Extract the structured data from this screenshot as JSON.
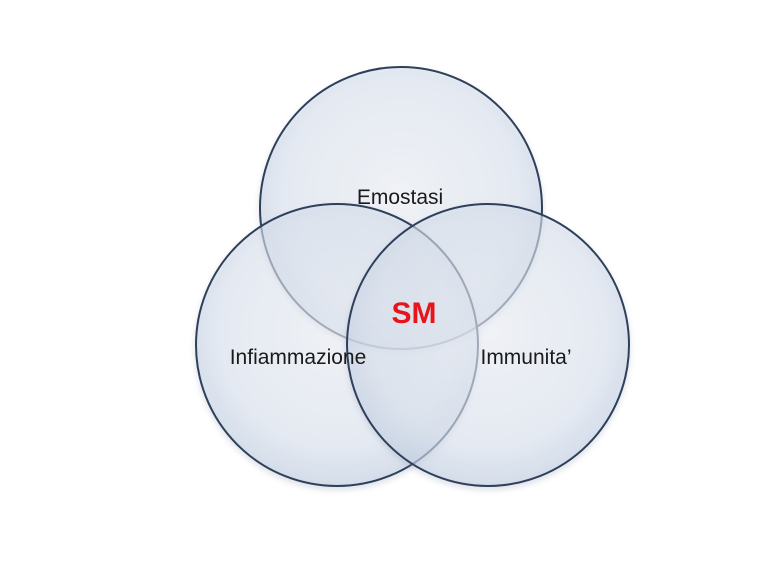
{
  "diagram": {
    "circles": [
      {
        "id": "top",
        "label": "Emostasi"
      },
      {
        "id": "left",
        "label": "Infiammazione"
      },
      {
        "id": "right",
        "label": "Immunita’"
      }
    ],
    "center": {
      "label": "SM",
      "color": "#e8141b"
    },
    "colors": {
      "fill": "#e6ecf5",
      "fill_edge": "#c9d6e8",
      "stroke": "#2e3f5a"
    }
  }
}
